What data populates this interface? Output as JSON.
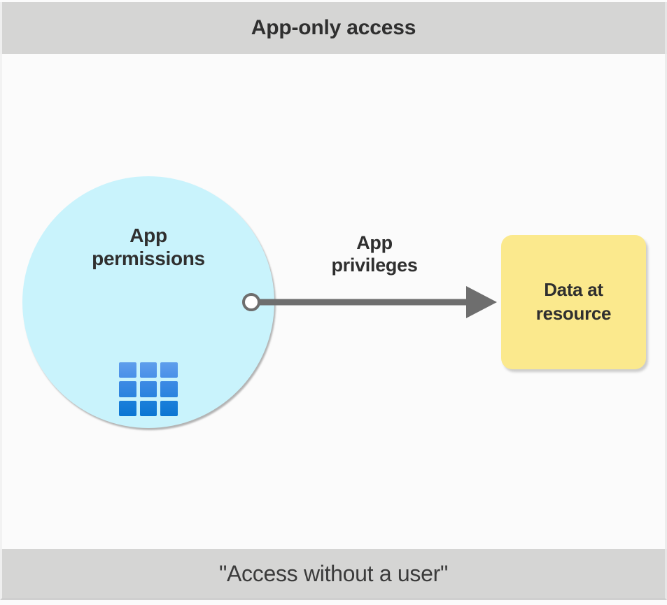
{
  "diagram": {
    "header": {
      "title": "App-only access"
    },
    "footer": {
      "caption": "\"Access without a user\""
    },
    "nodes": {
      "app_permissions": {
        "label_line1": "App",
        "label_line2": "permissions",
        "shape": "circle",
        "fill_color": "#c9f3fc",
        "icon": "app-grid-icon",
        "icon_colors": [
          "#5f9eec",
          "#2a83de",
          "#0c76d2"
        ]
      },
      "data_resource": {
        "label_line1": "Data at",
        "label_line2": "resource",
        "shape": "rounded-rectangle",
        "fill_color": "#fbe98d"
      }
    },
    "connector": {
      "label_line1": "App",
      "label_line2": "privileges",
      "from": "app_permissions",
      "to": "data_resource",
      "line_color": "#6e6e6e",
      "endpoint_marker": "circle",
      "arrow_marker": "triangle"
    },
    "band_color": "#d5d5d4",
    "canvas_color": "#fbfbfb"
  }
}
